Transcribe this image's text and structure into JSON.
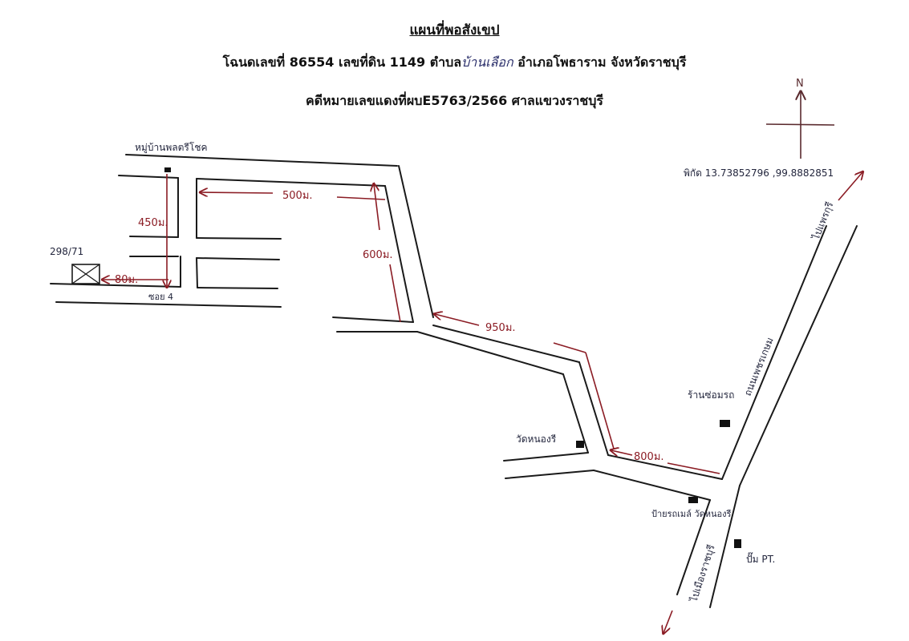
{
  "header": {
    "title": "แผนที่พอสังเขป",
    "deed_prefix": "โฉนดเลขที่  86554  เลขที่ดิน  1149  ตำบล",
    "subdistrict_handwritten": "บ้านเลือก",
    "deed_suffix": "  อำเภอโพธาราม  จังหวัดราชบุรี",
    "case_line": "คดีหมายเลขแดงที่ผบE5763/2566   ศาลแขวงราชบุรี"
  },
  "compass": {
    "north_label": "N"
  },
  "coordinates": {
    "label": "พิกัด 13.73852796 ,99.8882851"
  },
  "colors": {
    "ink": "#1a1a1a",
    "dimension_red": "#8b1c24",
    "handwriting_blue": "#23263d"
  },
  "labels": {
    "village": "หมู่บ้านพลตรีโชค",
    "plot_number": "298/71",
    "soi": "ซอย 4",
    "temple": "วัดหนองรี",
    "repair_shop": "ร้านซ่อมรถ",
    "road_name": "ถนนเพชรเกษม",
    "to_bangkok": "ไปแพรกุรี",
    "to_ratchaburi": "ไปเมืองราชบุรี",
    "bus_stop": "ป้ายรถเมล์ วัดหนองรี",
    "gas_station": "ปั๊ม PT."
  },
  "dimensions": {
    "d_80": "80ม.",
    "d_450": "450ม.",
    "d_500": "500ม.",
    "d_600": "600ม.",
    "d_950": "950ม.",
    "d_800": "800ม."
  }
}
